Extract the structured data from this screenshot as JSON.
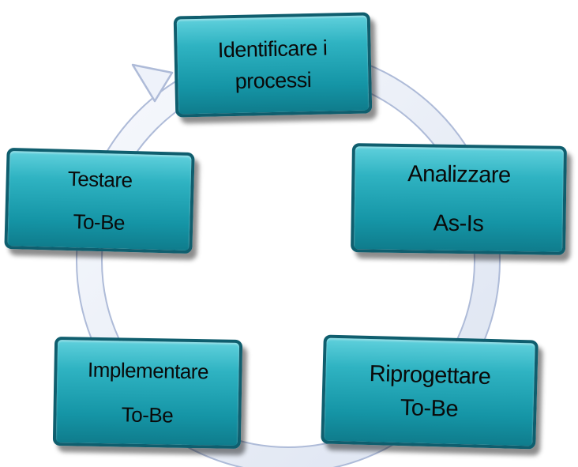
{
  "diagram": {
    "steps": [
      {
        "id": "identify",
        "lines": [
          "Identificare i",
          "processi"
        ]
      },
      {
        "id": "analyze",
        "lines": [
          "Analizzare",
          "As-Is"
        ]
      },
      {
        "id": "redesign",
        "lines": [
          "Riprogettare",
          "To-Be"
        ]
      },
      {
        "id": "implement",
        "lines": [
          "Implementare",
          "To-Be"
        ]
      },
      {
        "id": "test",
        "lines": [
          "Testare",
          "To-Be"
        ]
      }
    ],
    "colors": {
      "box_fill": "#1fa3b4",
      "box_border": "#0f5e6e",
      "text": "#0a0a0a",
      "ring_fill": "#eef2fa",
      "ring_edge": "#aebbd8"
    }
  }
}
